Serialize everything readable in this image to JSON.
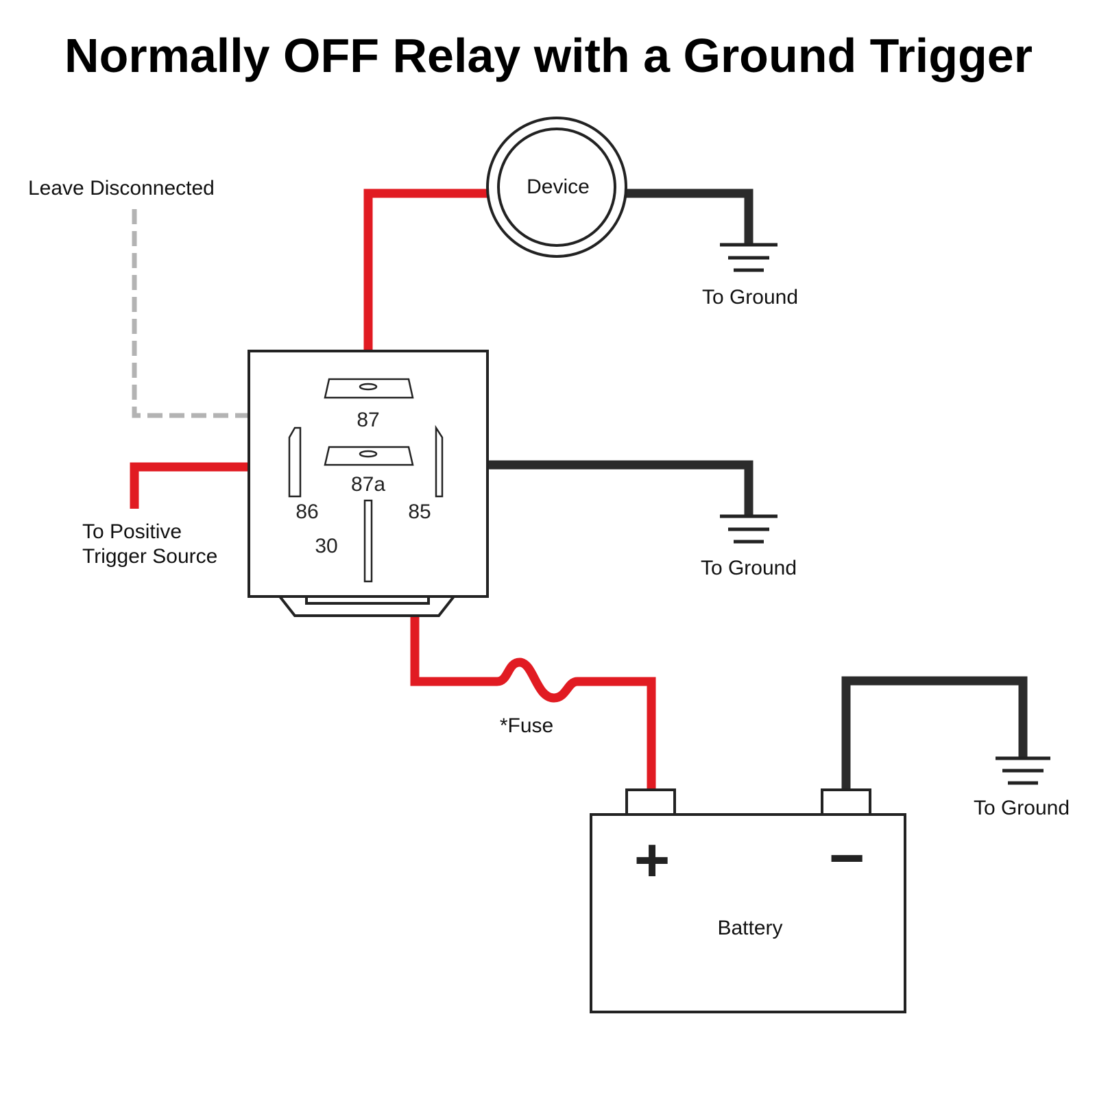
{
  "title": "Normally OFF Relay with a Ground Trigger",
  "labels": {
    "leave_disconnected": "Leave Disconnected",
    "device": "Device",
    "to_ground_device": "To Ground",
    "to_ground_relay": "To Ground",
    "to_ground_battery": "To Ground",
    "trigger_line1": "To Positive",
    "trigger_line2": "Trigger Source",
    "fuse": "*Fuse",
    "battery": "Battery"
  },
  "relay_pins": {
    "p87": "87",
    "p87a": "87a",
    "p86": "86",
    "p85": "85",
    "p30": "30"
  },
  "battery_terminals": {
    "positive": "+",
    "negative": "−"
  },
  "colors": {
    "positive_wire": "#e11b22",
    "ground_wire": "#2b2b2b",
    "disconnected_wire": "#b3b3b3"
  }
}
